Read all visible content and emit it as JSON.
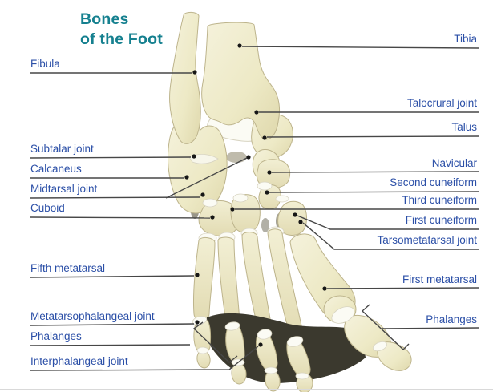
{
  "title": {
    "line1": "Bones",
    "line2": "of the Foot"
  },
  "colors": {
    "title_teal": "#15808F",
    "label_blue": "#2B4FA7",
    "leader_line": "#474747",
    "bone_fill": "#EDE9C5",
    "cartilage": "#FBFBF4",
    "background": "#FFFFFF"
  },
  "labels": {
    "left": [
      "Fibula",
      "Subtalar joint",
      "Calcaneus",
      "Midtarsal joint",
      "Cuboid",
      "Fifth metatarsal",
      "Metatarsophalangeal joint",
      "Phalanges",
      "Interphalangeal joint"
    ],
    "right": [
      "Tibia",
      "Talocrural joint",
      "Talus",
      "Navicular",
      "Second cuneiform",
      "Third cuneiform",
      "First cuneiform",
      "Tarsometatarsal joint",
      "First metatarsal",
      "Phalanges"
    ]
  }
}
